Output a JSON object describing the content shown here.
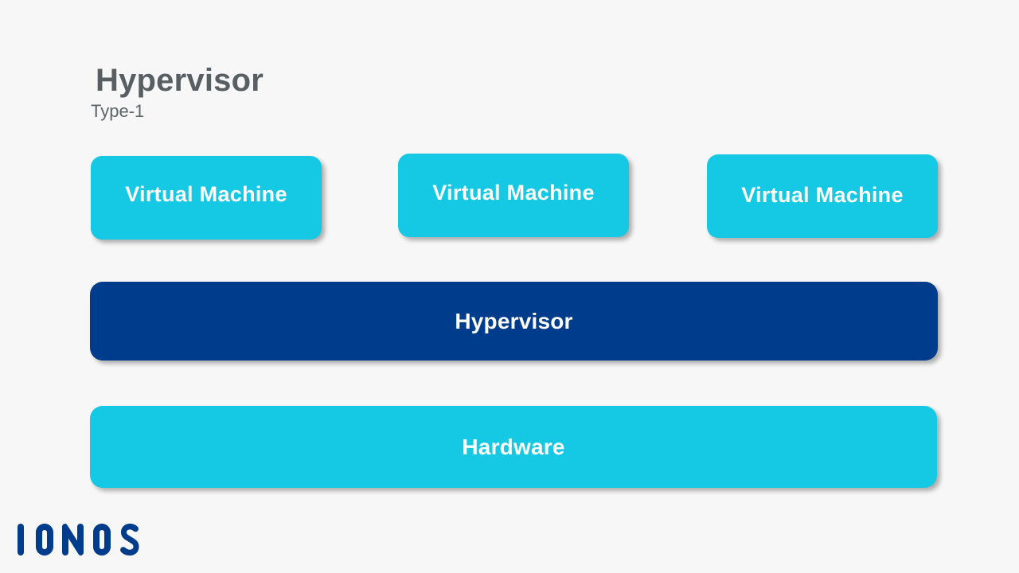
{
  "slide": {
    "background_color": "#f7f7f7",
    "title": "Hypervisor",
    "subtitle": "Type-1",
    "title_color": "#575f62",
    "subtitle_color": "#5d6568"
  },
  "colors": {
    "cyan": "#15c9e4",
    "navy": "#003c8c",
    "label": "#ffffff"
  },
  "diagram": {
    "vm_row": [
      {
        "label": "Virtual Machine",
        "color": "#15c9e4"
      },
      {
        "label": "Virtual Machine",
        "color": "#15c9e4"
      },
      {
        "label": "Virtual Machine",
        "color": "#15c9e4"
      }
    ],
    "hypervisor_layer": {
      "label": "Hypervisor",
      "color": "#003c8c"
    },
    "hardware_layer": {
      "label": "Hardware",
      "color": "#15c9e4"
    }
  },
  "branding": {
    "logo_text": "IONOS",
    "logo_color": "#003c8c"
  }
}
